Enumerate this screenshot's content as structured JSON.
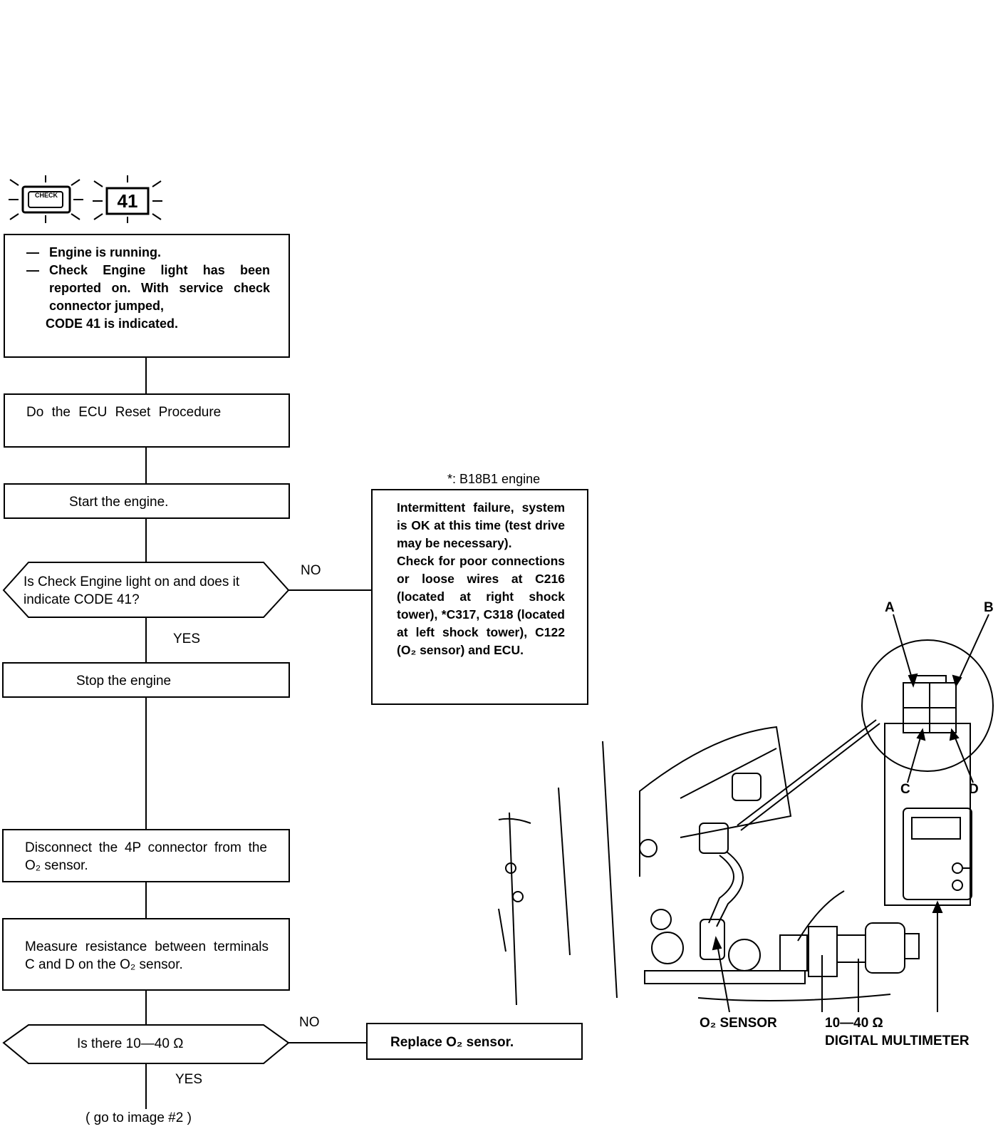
{
  "header": {
    "engine_icon_text": "CHECK",
    "code_icon_text": "41"
  },
  "flow": {
    "symptom": {
      "line1": "Engine is running.",
      "line2": "Check Engine light has been reported on. With service check connector jumped,",
      "line3": "CODE 41 is indicated."
    },
    "step_reset": "Do the ECU Reset Procedure",
    "step_start": "Start the engine.",
    "decision_1": "Is Check Engine light on and does it indicate CODE 41?",
    "decision_1_no": "NO",
    "decision_1_yes": "YES",
    "step_stop": "Stop the engine",
    "step_disconnect": "Disconnect the 4P connector from the O₂ sensor.",
    "step_measure": "Measure resistance between terminals C and D on the O₂ sensor.",
    "decision_2": "Is there 10—40 Ω",
    "decision_2_no": "NO",
    "decision_2_yes": "YES",
    "continuation": "( go to image #2 )"
  },
  "side": {
    "engine_note": "*: B18B1 engine",
    "intermittent": "Intermittent failure, system is OK at this time (test drive may be necessary).\nCheck for poor connections or loose wires at C216 (located at right shock tower), *C317, C318 (located at left shock tower), C122 (O₂ sensor) and ECU.",
    "replace": "Replace O₂ sensor."
  },
  "illustration": {
    "terminal_a": "A",
    "terminal_b": "B",
    "terminal_c": "C",
    "terminal_d": "D",
    "o2_sensor_label": "O₂ SENSOR",
    "resistance_label": "10—40 Ω",
    "multimeter_label": "DIGITAL MULTIMETER"
  }
}
